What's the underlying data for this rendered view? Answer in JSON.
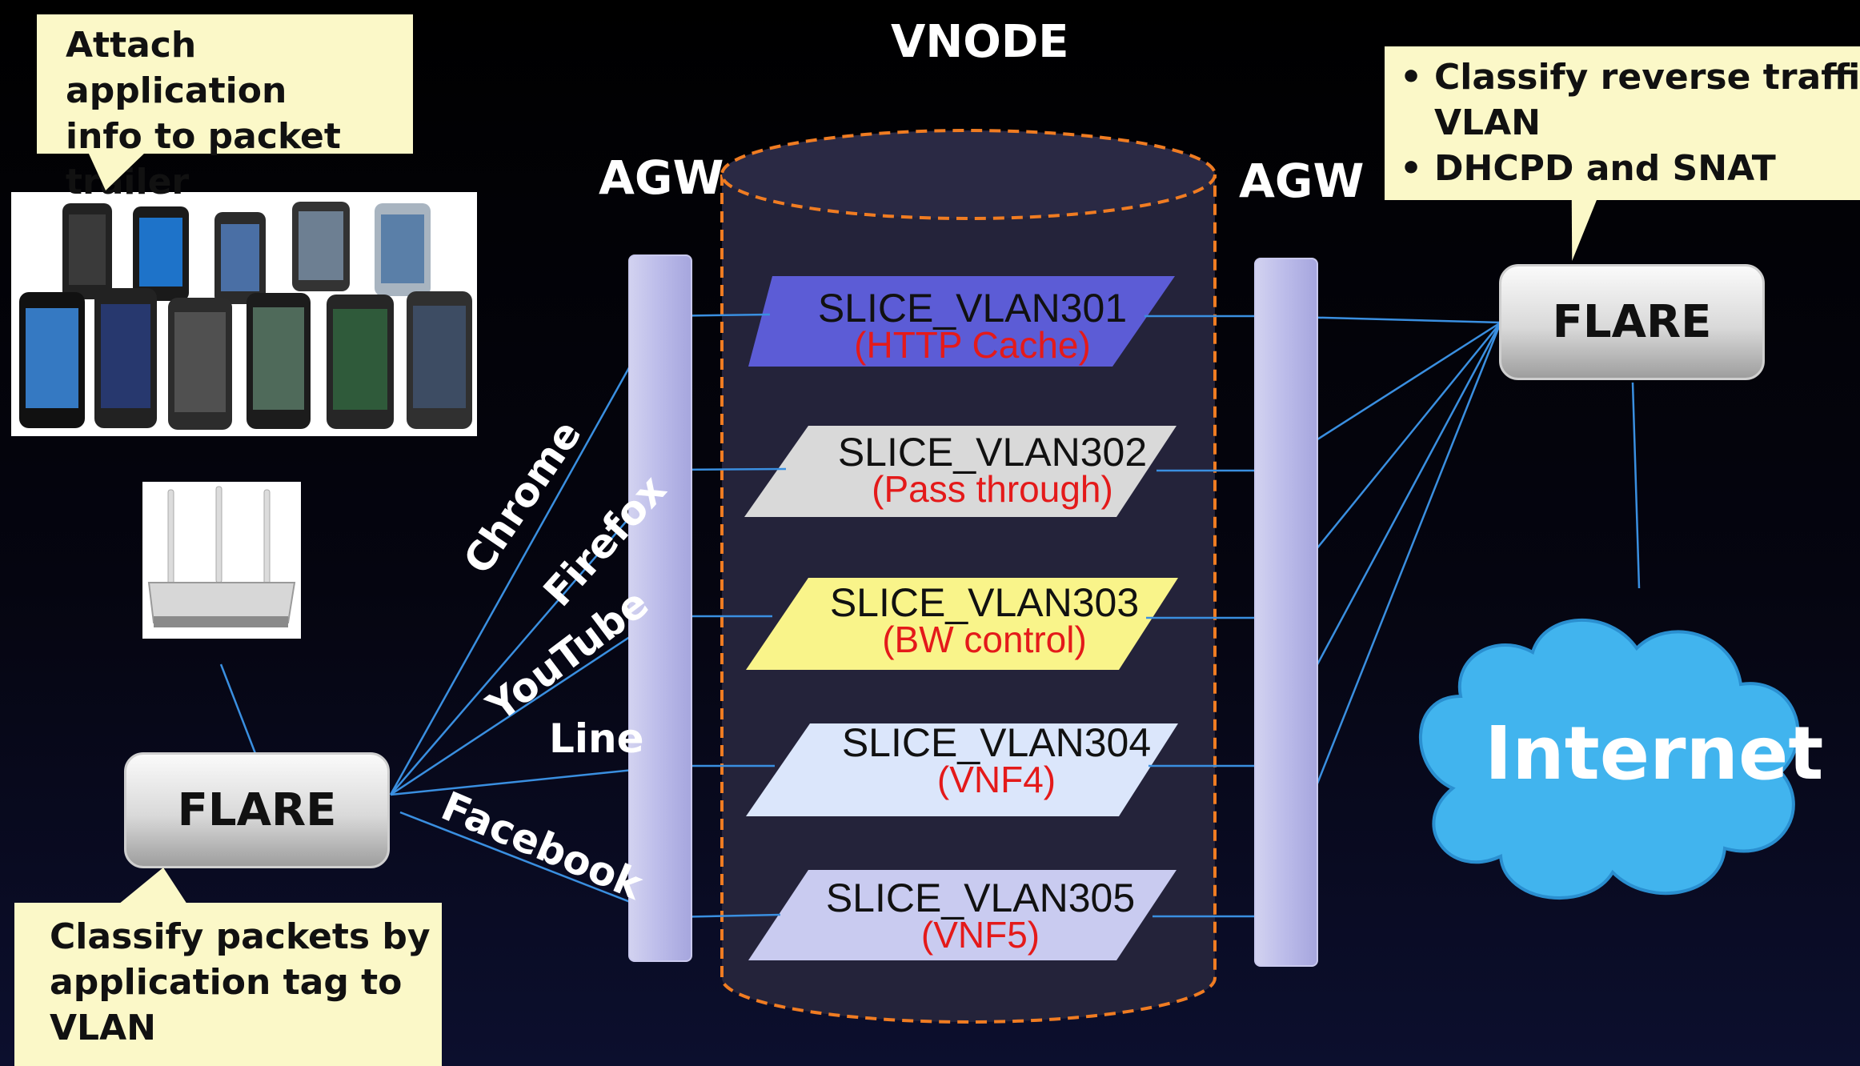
{
  "diagram": {
    "title": "VNODE",
    "agw_left_label": "AGW",
    "agw_right_label": "AGW",
    "callouts": {
      "phones": {
        "lines": [
          "Attach application",
          "info to packet",
          "trailer"
        ]
      },
      "flare_left": {
        "lines": [
          "Classify packets by",
          "application  tag to",
          "VLAN"
        ]
      },
      "flare_right": {
        "bullets": [
          "Classify reverse traffic t",
          "VLAN",
          "DHCPD and SNAT"
        ]
      }
    },
    "flare_left_label": "FLARE",
    "flare_right_label": "FLARE",
    "internet_label": "Internet",
    "apps": [
      "Chrome",
      "Firefox",
      "YouTube",
      "Line",
      "Facebook"
    ],
    "slices": [
      {
        "name": "SLICE_VLAN301",
        "function": "(HTTP Cache)",
        "fill": "#5c5cd6"
      },
      {
        "name": "SLICE_VLAN302",
        "function": "(Pass through)",
        "fill": "#d9d9d9"
      },
      {
        "name": "SLICE_VLAN303",
        "function": "(BW control)",
        "fill": "#f9f48a"
      },
      {
        "name": "SLICE_VLAN304",
        "function": "(VNF4)",
        "fill": "#dbe6fb"
      },
      {
        "name": "SLICE_VLAN305",
        "function": "(VNF5)",
        "fill": "#c9cbf0"
      }
    ],
    "colors": {
      "line": "#3a8fe0",
      "cylinder_outline": "#f07c22",
      "cloud": "#41b4ee",
      "slice_text": "#111111",
      "slice_function_text": "#e41a1a"
    }
  }
}
